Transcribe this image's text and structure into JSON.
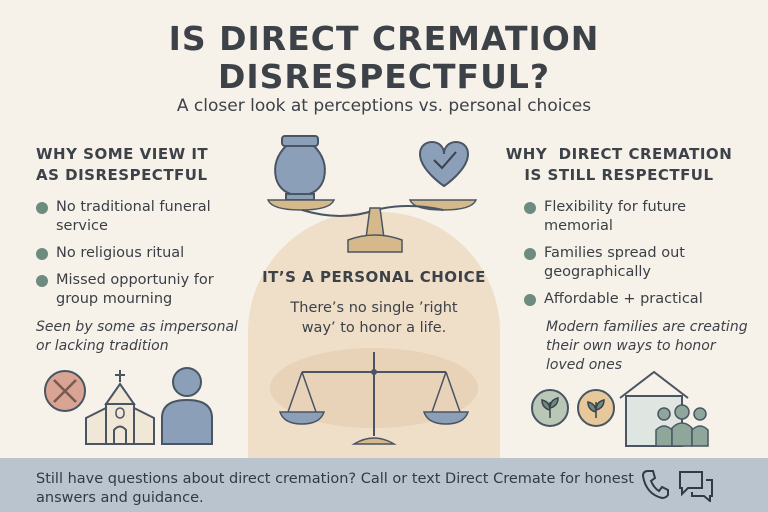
{
  "title": {
    "line1": "IS DIRECT CREMATION",
    "line2": "DISRESPECTFUL?"
  },
  "subtitle": "A closer look at perceptions vs. personal choices",
  "left": {
    "heading_line1": "WHY SOME VIEW IT",
    "heading_line2": "AS DISRESPECTFUL",
    "items": [
      {
        "line1": "No traditional funeral",
        "line2": "service"
      },
      {
        "line1": "No religious ritual",
        "line2": ""
      },
      {
        "line1": "Missed opportuniy for",
        "line2": "group mourning"
      }
    ],
    "note_line1": "Seen by some as impersonal",
    "note_line2": "or lacking tradition"
  },
  "center": {
    "heading": "IT’S A PERSONAL CHOICE",
    "text_line1": "There’s no single ’right",
    "text_line2": "way’ to honor a life."
  },
  "right": {
    "heading_line1": "WHY  DIRECT CREMATION",
    "heading_line2": "IS STILL RESPECTFUL",
    "items": [
      {
        "line1": "Flexibility for future",
        "line2": "memorial"
      },
      {
        "line1": "Families spread out",
        "line2": "geographically"
      },
      {
        "line1": "Affordable + practical",
        "line2": ""
      }
    ],
    "note_line1": "Modern families are creating",
    "note_line2": "their own ways to honor",
    "note_line3": "loved ones"
  },
  "footer": {
    "text_line1": "Still have questions about direct cremation?  Call or text Direct Cremate for honest",
    "text_line2": "answers and guidance."
  },
  "colors": {
    "background": "#f6f2ea",
    "panel": "#efdfc9",
    "footer": "#b9c4cf",
    "bullet": "#6e8b80",
    "urn_blue": "#8b9fb8",
    "scale_tan": "#d6b98a"
  },
  "icons": [
    "urn-icon",
    "heart-check-icon",
    "balance-scale-icon",
    "crossed-circle-icon",
    "church-icon",
    "person-icon",
    "plant-icon",
    "house-family-icon",
    "phone-icon",
    "chat-icon"
  ]
}
